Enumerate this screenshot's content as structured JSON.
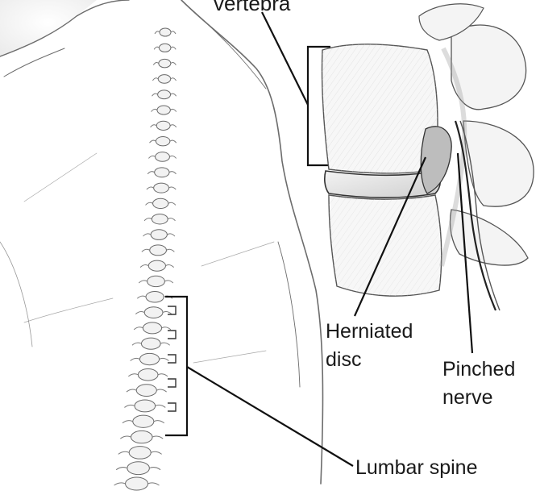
{
  "labels": {
    "vertebra": "vertebra",
    "herniated_line1": "Herniated",
    "herniated_line2": "disc",
    "pinched_line1": "Pinched",
    "pinched_line2": "nerve",
    "lumbar": "Lumbar spine"
  }
}
